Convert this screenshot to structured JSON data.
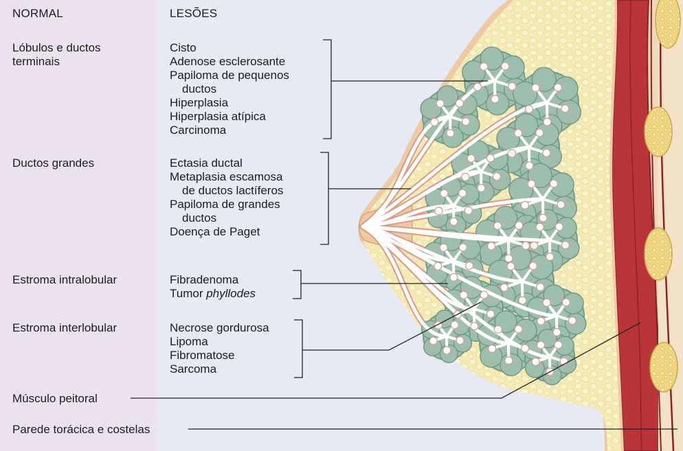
{
  "headers": {
    "normal": "NORMAL",
    "lesions": "LESÕES"
  },
  "normal": {
    "lobules": [
      "Lóbulos e ductos",
      "terminais"
    ],
    "large_ducts": "Ductos grandes",
    "intralobular_stroma": "Estroma intralobular",
    "interlobular_stroma": "Estroma interlobular",
    "pectoral_muscle": "Músculo peitoral",
    "chest_wall": "Parede torácica e costelas"
  },
  "lesions": {
    "lobules": [
      "Cisto",
      "Adenose esclerosante",
      "Papiloma de pequenos",
      "ductos",
      "Hiperplasia",
      "Hiperplasia atípica",
      "Carcinoma"
    ],
    "large_ducts": [
      "Ectasia ductal",
      "Metaplasia escamosa",
      "de ductos lactíferos",
      "Papiloma de grandes",
      "ductos",
      "Doença de Paget"
    ],
    "intralobular": {
      "line1": "Fibradenoma",
      "line2_prefix": "Tumor ",
      "line2_italic": "phyllodes"
    },
    "interlobular": [
      "Necrose gordurosa",
      "Lipoma",
      "Fibromatose",
      "Sarcoma"
    ]
  },
  "colors": {
    "fat": "#f6eab4",
    "fat_cell": "#fbf4cf",
    "lobule": "#9fbfae",
    "lobule_edge": "#6f9a86",
    "duct": "#ffffff",
    "duct_edge": "#d89a86",
    "muscle": "#b9353a",
    "muscle_dark": "#8c2226",
    "skin": "#efc9a2",
    "rib": "#eed57e"
  }
}
